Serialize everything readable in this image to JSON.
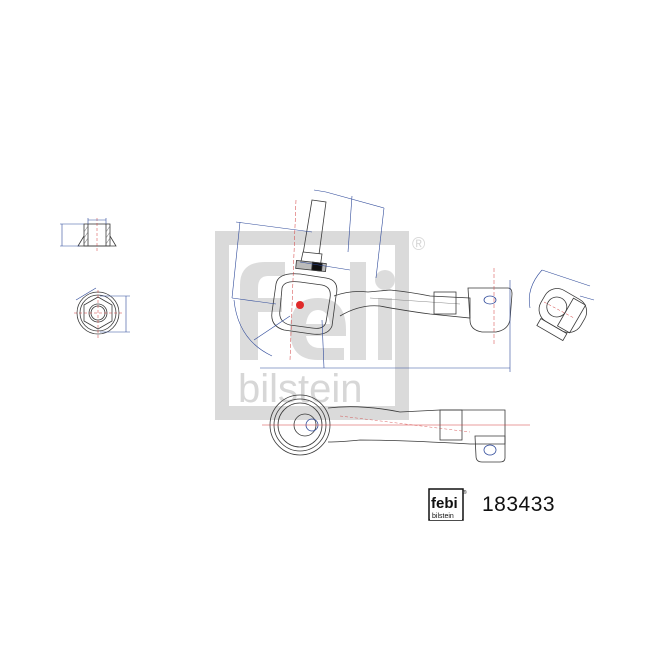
{
  "watermark": {
    "brand_top": "febi",
    "brand_bottom": "bilstein",
    "registered_mark": "®",
    "color": "#d9d9d9"
  },
  "product": {
    "part_number": "183433",
    "brand_top": "febi",
    "brand_bottom": "bilstein",
    "registered_mark": "®",
    "type": "tie-rod-end"
  },
  "colors": {
    "outline": "#3a3a3a",
    "dimension": "#2f4a9a",
    "centerline": "#d23a3a",
    "hatch": "#555555"
  },
  "views": [
    {
      "name": "nut-side-view"
    },
    {
      "name": "nut-top-view"
    },
    {
      "name": "tie-rod-front-view"
    },
    {
      "name": "tie-rod-top-view"
    },
    {
      "name": "eye-end-section-view"
    }
  ]
}
